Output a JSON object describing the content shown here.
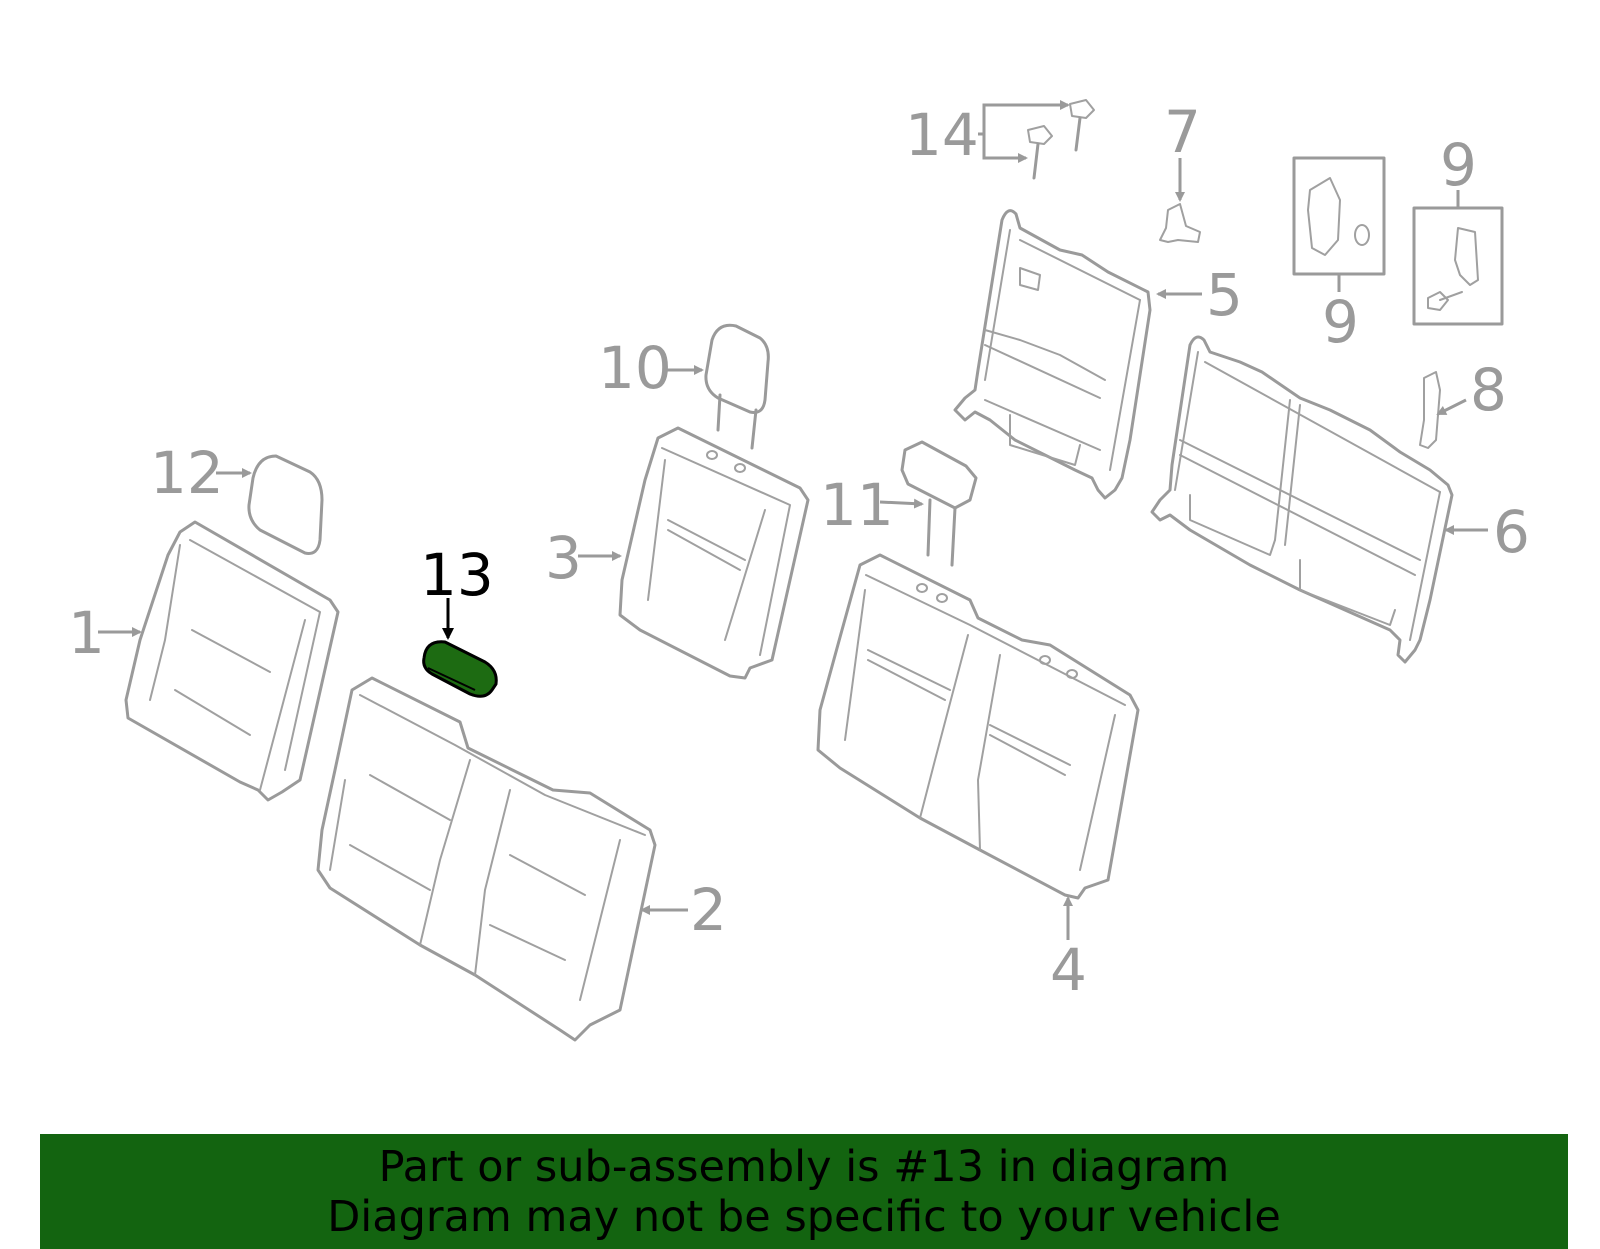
{
  "callouts": {
    "c1": "1",
    "c2": "2",
    "c3": "3",
    "c4": "4",
    "c5": "5",
    "c6": "6",
    "c7": "7",
    "c8": "8",
    "c9a": "9",
    "c9b": "9",
    "c10": "10",
    "c11": "11",
    "c12": "12",
    "c13": "13",
    "c14": "14"
  },
  "highlighted_part": "13",
  "colors": {
    "highlight_fill": "#1d6b12",
    "banner_bg": "#136410",
    "line_gray": "#9a9a9a"
  },
  "banner": {
    "line1": "Part or sub-assembly is #13 in diagram",
    "line2": "Diagram may not be specific to your vehicle"
  }
}
